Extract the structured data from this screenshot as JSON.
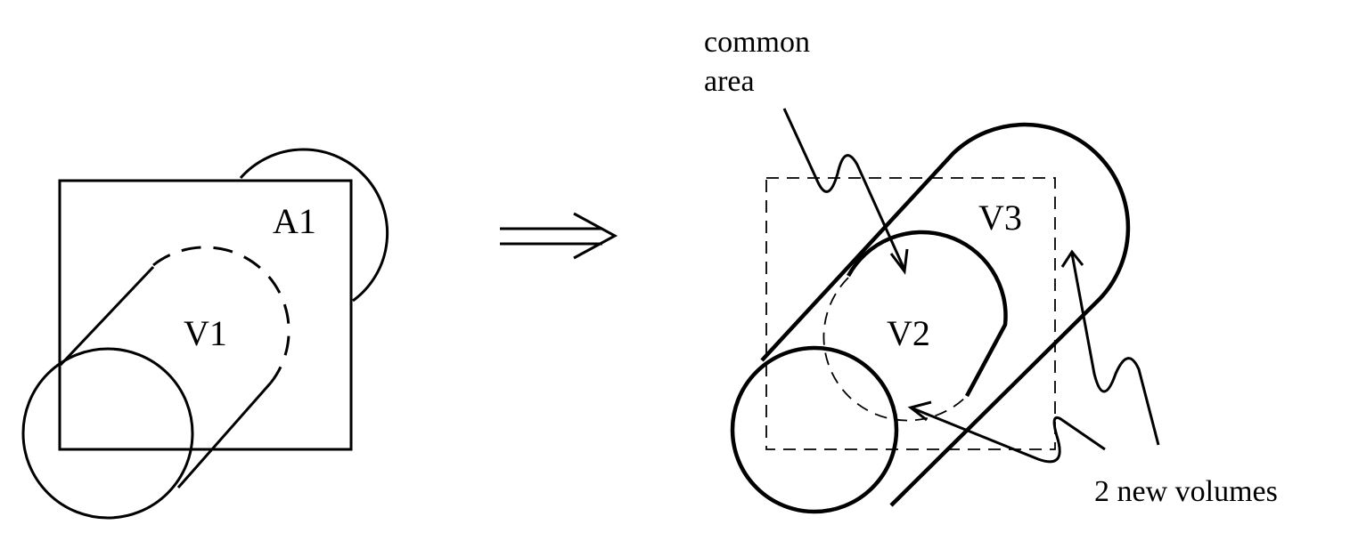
{
  "labels": {
    "a1": "A1",
    "v1": "V1",
    "v2": "V2",
    "v3": "V3",
    "common_area_line1": "common",
    "common_area_line2": "area",
    "new_volumes": "2 new volumes"
  },
  "arrow_symbol": "⟹",
  "colors": {
    "ink": "#000000",
    "background": "#ffffff"
  }
}
